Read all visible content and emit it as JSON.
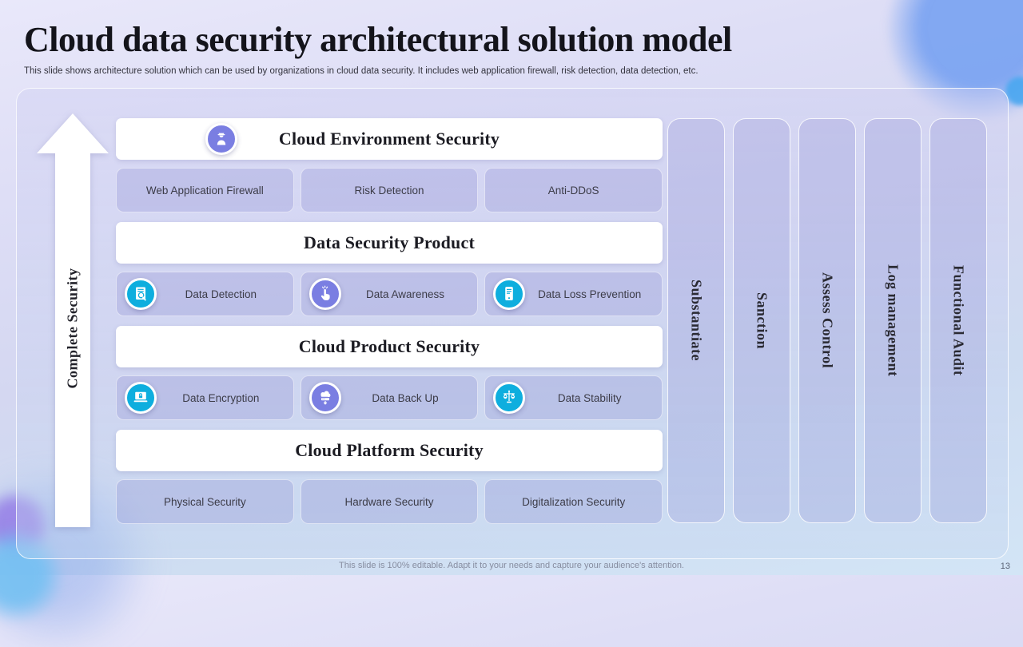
{
  "slide": {
    "title": "Cloud data security architectural solution model",
    "subtitle": "This slide shows architecture solution which can be used by organizations in cloud data security. It includes web application firewall, risk detection, data detection, etc.",
    "footer": "This slide is 100% editable.  Adapt it to your needs and capture your audience's attention.",
    "page_number": "13"
  },
  "arrow": {
    "label": "Complete Security"
  },
  "sections": [
    {
      "header": "Cloud Environment Security",
      "header_icon": "security-guard-icon",
      "header_icon_color": "#7a7ee2",
      "items": [
        {
          "label": "Web Application Firewall"
        },
        {
          "label": "Risk Detection"
        },
        {
          "label": "Anti-DDoS"
        }
      ]
    },
    {
      "header": "Data Security Product",
      "items": [
        {
          "label": "Data Detection",
          "icon": "document-search-icon",
          "icon_color": "#0eaede"
        },
        {
          "label": "Data Awareness",
          "icon": "hand-pointing-icon",
          "icon_color": "#7a7ee2"
        },
        {
          "label": "Data Loss Prevention",
          "icon": "mobile-document-icon",
          "icon_color": "#0eaede"
        }
      ]
    },
    {
      "header": "Cloud Product Security",
      "items": [
        {
          "label": "Data Encryption",
          "icon": "laptop-lock-icon",
          "icon_color": "#0eaede"
        },
        {
          "label": "Data Back Up",
          "icon": "cloud-backup-icon",
          "icon_color": "#7a7ee2"
        },
        {
          "label": "Data Stability",
          "icon": "balance-scale-icon",
          "icon_color": "#0eaede"
        }
      ]
    },
    {
      "header": "Cloud Platform Security",
      "items": [
        {
          "label": "Physical Security"
        },
        {
          "label": "Hardware Security"
        },
        {
          "label": "Digitalization Security"
        }
      ]
    }
  ],
  "columns": [
    {
      "label": "Substantiate"
    },
    {
      "label": "Sanction"
    },
    {
      "label": "Assess Control"
    },
    {
      "label": "Log management"
    },
    {
      "label": "Functional Audit"
    }
  ],
  "colors": {
    "accent_cyan": "#0eaede",
    "accent_purple": "#7a7ee2",
    "box_fill": "#c4c5e9",
    "header_fill": "#ffffff",
    "title_text": "#14141b"
  }
}
